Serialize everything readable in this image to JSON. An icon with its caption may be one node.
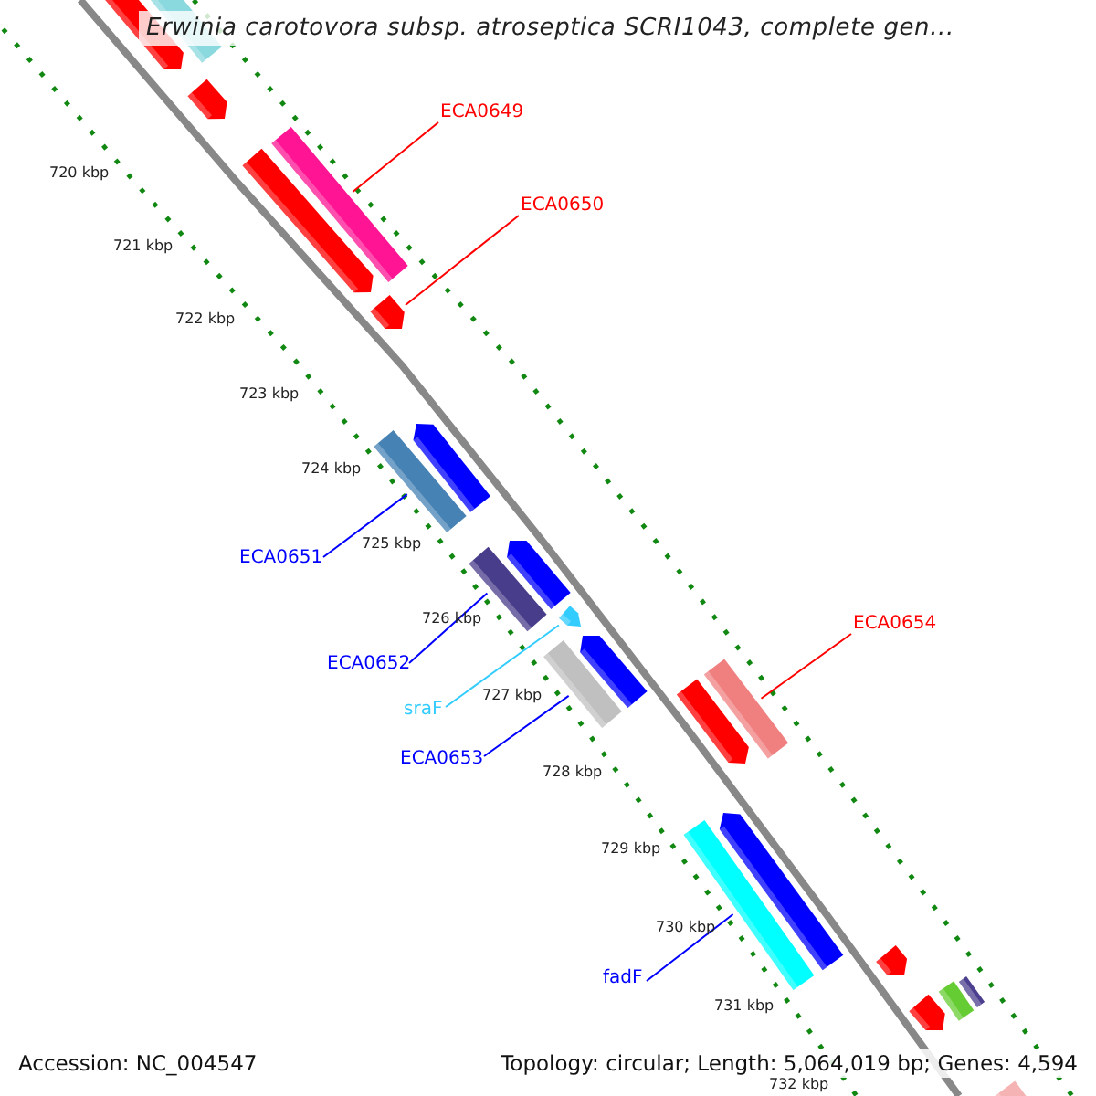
{
  "diagram": {
    "title": "Erwinia carotovora subsp. atroseptica SCRI1043, complete gen...",
    "nodes": [
      {
        "text": [
          "ECA0649"
        ]
      },
      {
        "text": [],
        "shape": "bar"
      },
      {
        "text": [
          "ECA0650"
        ]
      },
      {
        "text": [],
        "shape": "bar"
      },
      {
        "text": [
          "ECA0651"
        ]
      },
      {
        "text": [],
        "shape": "bar"
      },
      {
        "text": [
          "ECA0652"
        ]
      },
      {
        "text": [],
        "shape": "bar"
      },
      {
        "text": [
          "sraF"
        ]
      },
      {
        "text": [],
        "shape": "bar"
      },
      {
        "text": [
          "ECA0653"
        ]
      },
      {
        "text": [],
        "shape": "bar"
      },
      {
        "text": [
          "ECA0654"
        ]
      },
      {
        "text": [],
        "shape": "bar"
      },
      {
        "text": [
          "fadF"
        ]
      },
      {
        "text": [],
        "shape": "bar"
      },
      {
        "text": [],
        "shape": "bar"
      },
      {
        "text": [],
        "shape": "bar"
      },
      {
        "text": [],
        "shape": "bar"
      },
      {
        "text": [],
        "shape": "bar"
      },
      {
        "text": [],
        "shape": "bar"
      },
      {
        "text": [],
        "shape": "bar"
      },
      {
        "text": [],
        "shape": "bar"
      },
      {
        "text": [],
        "shape": "bar"
      },
      {
        "text": [],
        "shape": "bar"
      },
      {
        "text": [],
        "shape": "bar"
      },
      {
        "text": [],
        "shape": "bar"
      },
      {
        "text": [],
        "shape": "bar"
      },
      {
        "text": [],
        "shape": "bar"
      },
      {
        "text": [],
        "shape": "bar"
      }
    ],
    "edges": [
      {
        "from": 0,
        "to": 1,
        "arrow": "none",
        "color": "#ff0000"
      },
      {
        "from": 2,
        "to": 3,
        "arrow": "none",
        "color": "#ff0000"
      },
      {
        "from": 4,
        "to": 5,
        "arrow": "none"
      },
      {
        "from": 6,
        "to": 7,
        "arrow": "none"
      },
      {
        "from": 8,
        "to": 9,
        "arrow": "none",
        "color": "#33ccff"
      },
      {
        "from": 10,
        "to": 11,
        "arrow": "none"
      },
      {
        "from": 12,
        "to": 13,
        "arrow": "none",
        "color": "#ff0000"
      },
      {
        "from": 14,
        "to": 15,
        "arrow": "none"
      }
    ],
    "labels": [
      "720 kbp",
      "721 kbp",
      "722 kbp",
      "723 kbp",
      "724 kbp",
      "725 kbp",
      "726 kbp",
      "727 kbp",
      "728 kbp",
      "729 kbp",
      "730 kbp",
      "731 kbp",
      "732 kbp",
      "Accession: NC_004547",
      "Topology: circular; Length: 5,064,019 bp; Genes: 4,594"
    ]
  }
}
